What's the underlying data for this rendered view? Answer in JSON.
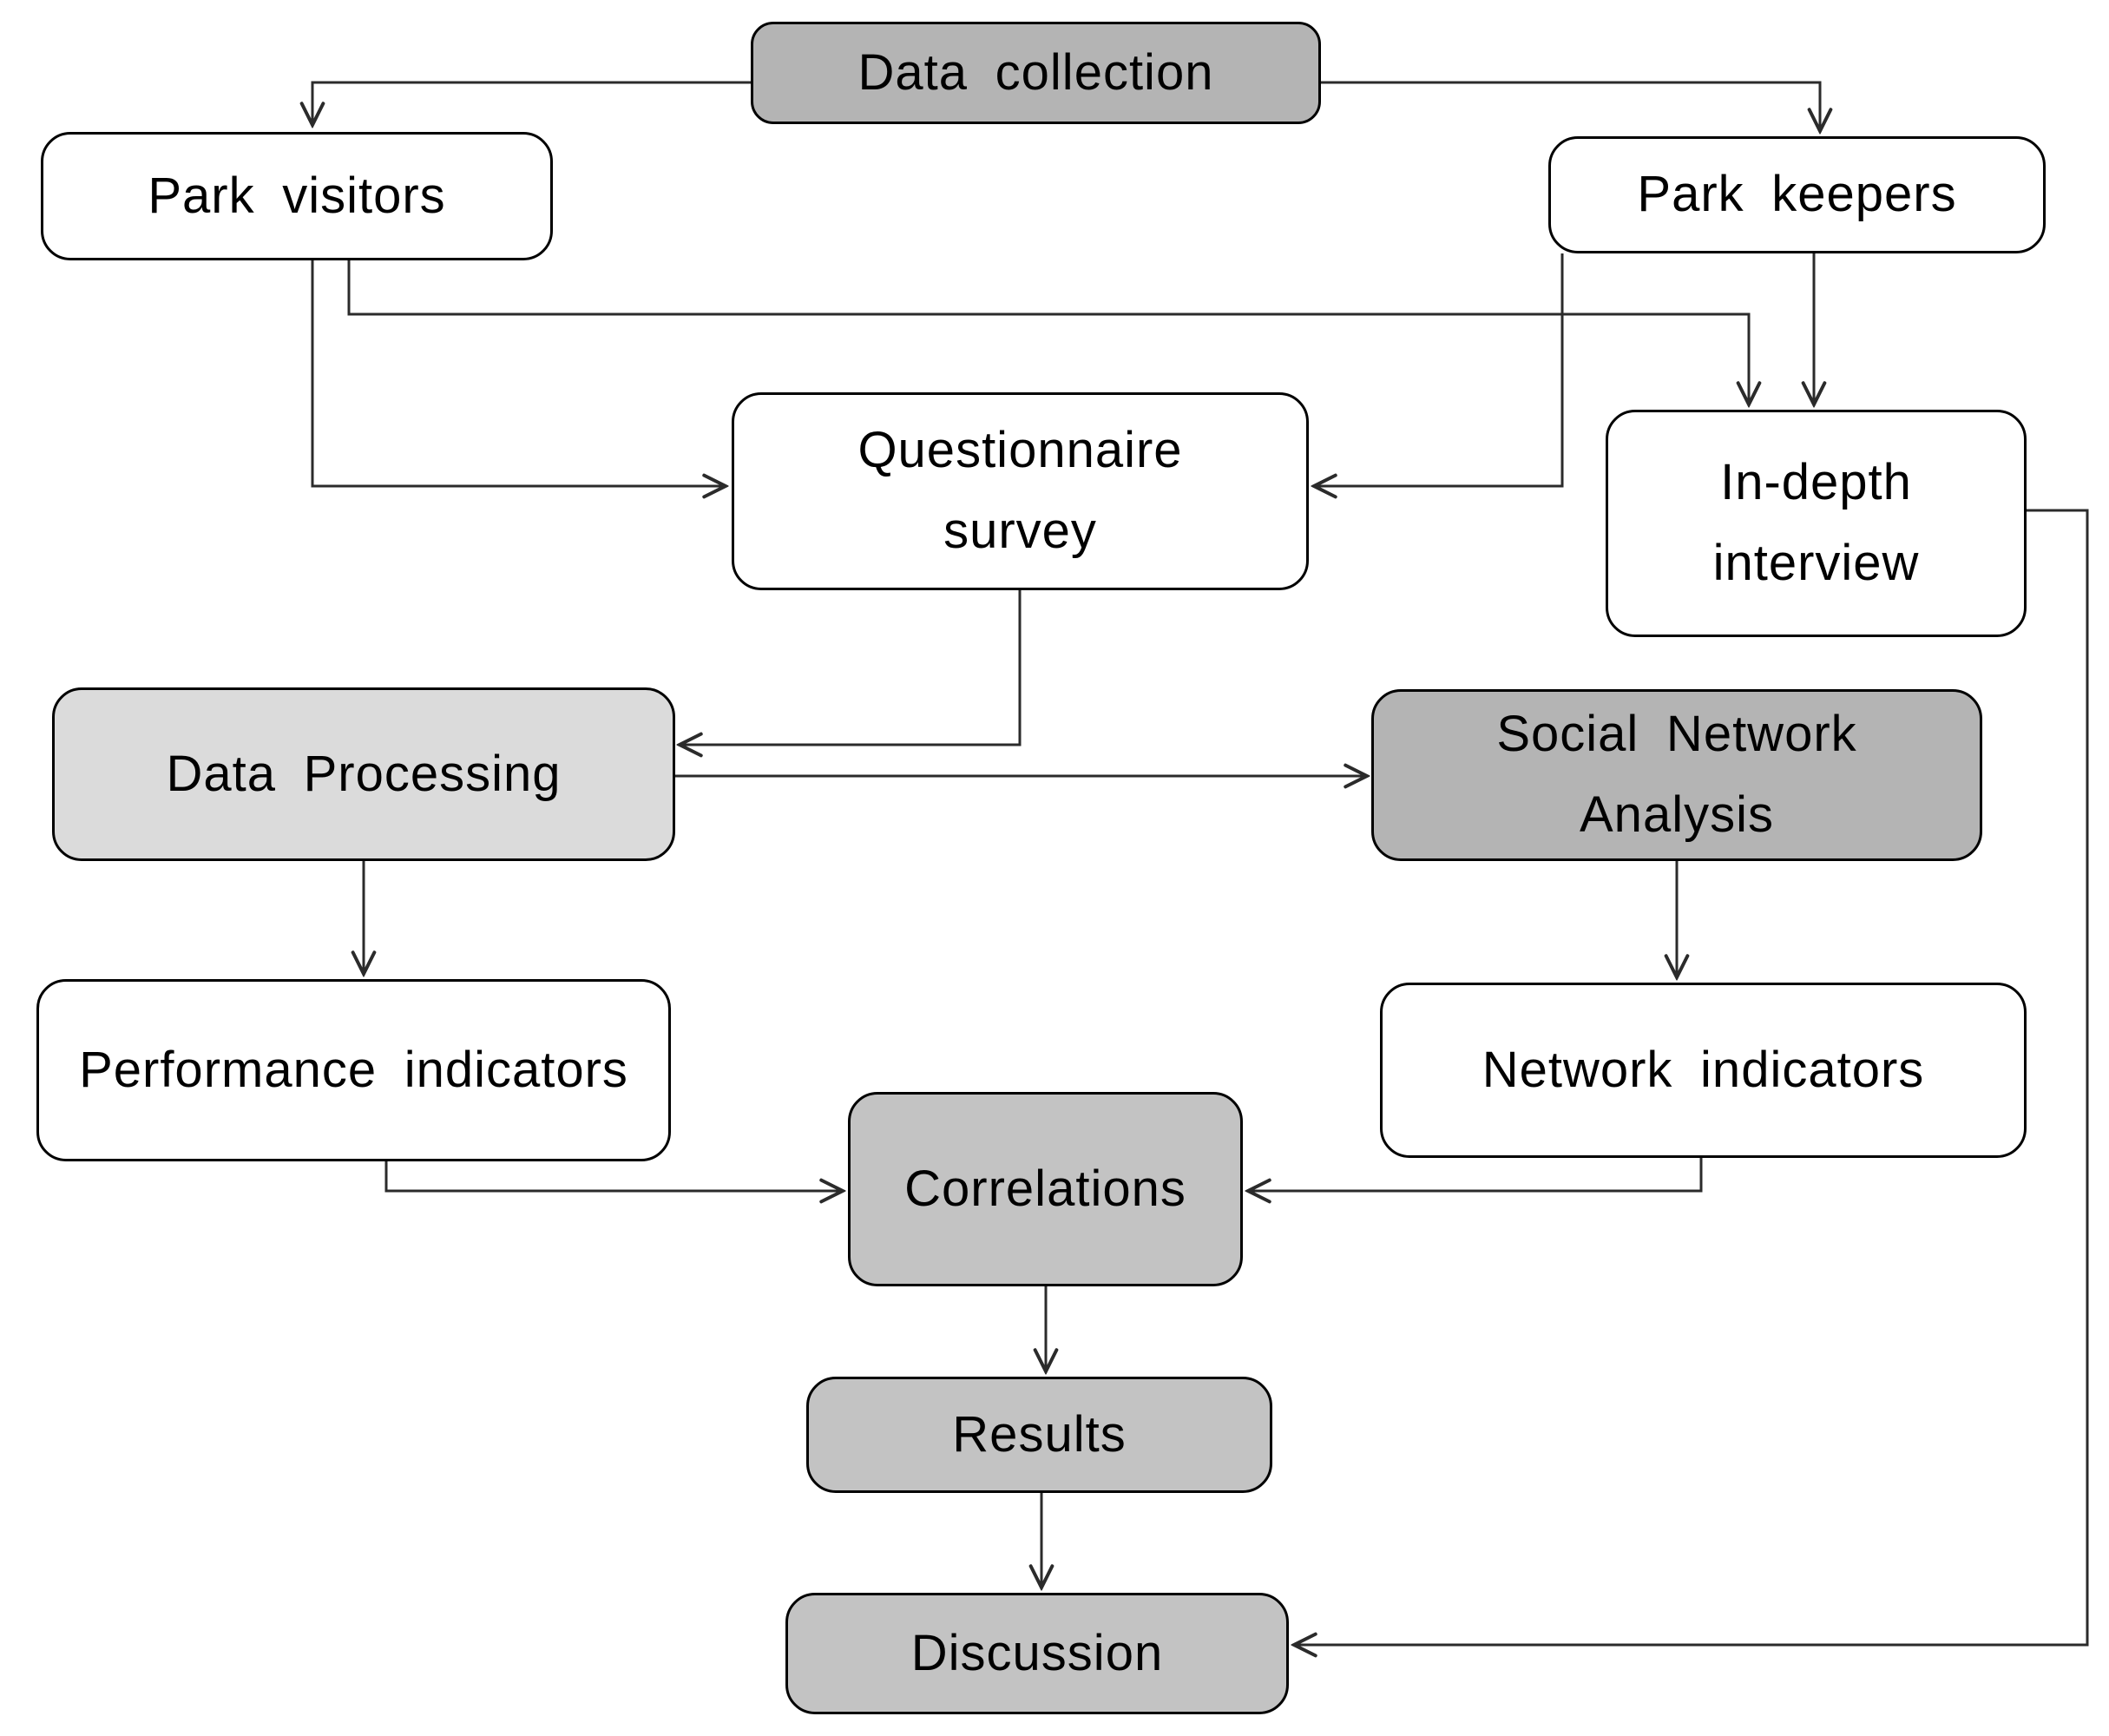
{
  "diagram": {
    "type": "flowchart",
    "background": "#ffffff",
    "line_color": "#2b2b2b",
    "border_color": "#000000",
    "fill_dark_gray": "#b4b4b4",
    "fill_mid_gray": "#c3c3c3",
    "fill_light_gray": "#dbdbdb",
    "fill_white": "#ffffff"
  },
  "nodes": {
    "data_collection": {
      "label": "Data collection",
      "fill": "#b4b4b4"
    },
    "park_visitors": {
      "label": "Park visitors",
      "fill": "#ffffff"
    },
    "park_keepers": {
      "label": "Park keepers",
      "fill": "#ffffff"
    },
    "questionnaire_survey": {
      "label": "Questionnaire\nsurvey",
      "fill": "#ffffff"
    },
    "in_depth_interview": {
      "label": "In-depth\ninterview",
      "fill": "#ffffff"
    },
    "data_processing": {
      "label": "Data Processing",
      "fill": "#dbdbdb"
    },
    "social_network_analysis": {
      "label": "Social Network\nAnalysis",
      "fill": "#b4b4b4"
    },
    "performance_indicators": {
      "label": "Performance indicators",
      "fill": "#ffffff"
    },
    "network_indicators": {
      "label": "Network indicators",
      "fill": "#ffffff"
    },
    "correlations": {
      "label": "Correlations",
      "fill": "#c3c3c3"
    },
    "results": {
      "label": "Results",
      "fill": "#c3c3c3"
    },
    "discussion": {
      "label": "Discussion",
      "fill": "#c3c3c3"
    }
  },
  "connections": [
    {
      "from": "data_collection",
      "to": "park_visitors"
    },
    {
      "from": "data_collection",
      "to": "park_keepers"
    },
    {
      "from": "park_visitors",
      "to": "questionnaire_survey"
    },
    {
      "from": "park_keepers",
      "to": "questionnaire_survey"
    },
    {
      "from": "park_visitors",
      "to": "in_depth_interview"
    },
    {
      "from": "park_keepers",
      "to": "in_depth_interview"
    },
    {
      "from": "questionnaire_survey",
      "to": "data_processing"
    },
    {
      "from": "data_processing",
      "to": "social_network_analysis"
    },
    {
      "from": "data_processing",
      "to": "performance_indicators"
    },
    {
      "from": "social_network_analysis",
      "to": "network_indicators"
    },
    {
      "from": "performance_indicators",
      "to": "correlations"
    },
    {
      "from": "network_indicators",
      "to": "correlations"
    },
    {
      "from": "correlations",
      "to": "results"
    },
    {
      "from": "results",
      "to": "discussion"
    },
    {
      "from": "in_depth_interview",
      "to": "discussion"
    }
  ]
}
